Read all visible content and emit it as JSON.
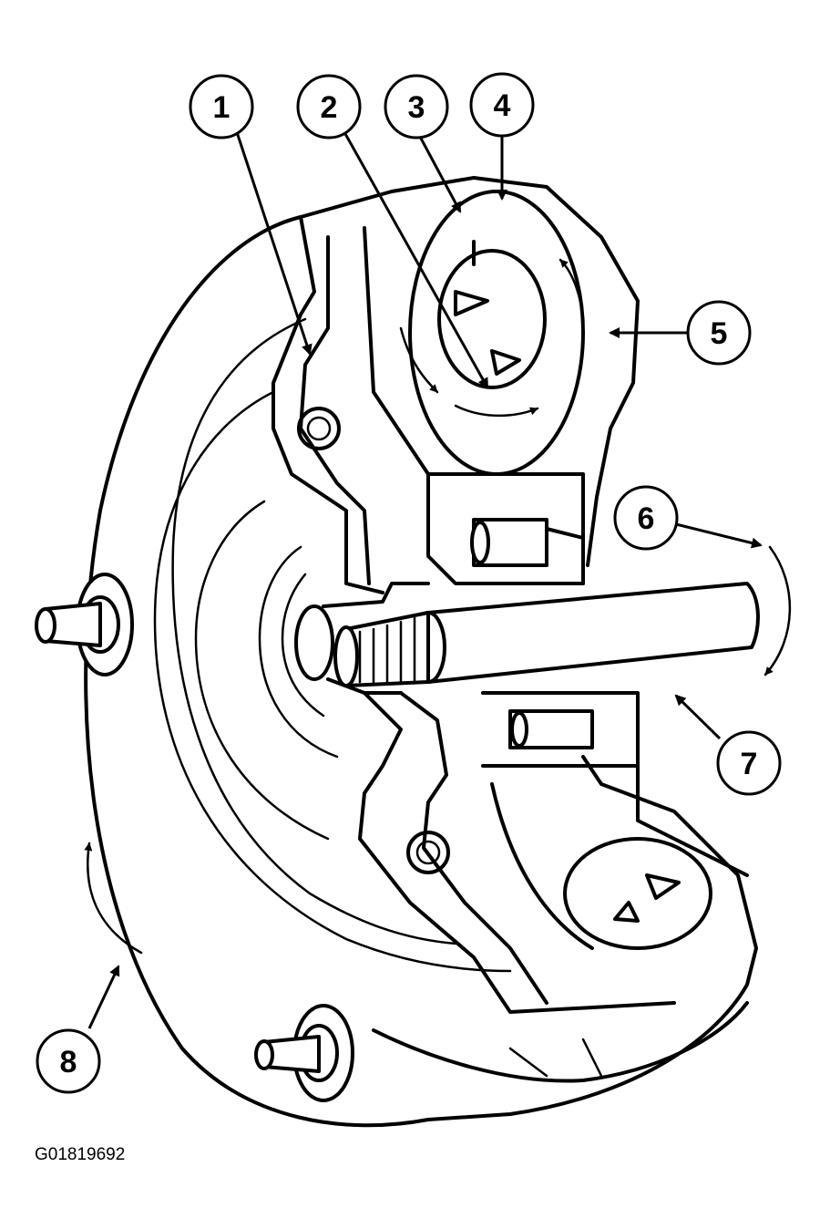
{
  "callouts": [
    {
      "id": "1",
      "label": "1"
    },
    {
      "id": "2",
      "label": "2"
    },
    {
      "id": "3",
      "label": "3"
    },
    {
      "id": "4",
      "label": "4"
    },
    {
      "id": "5",
      "label": "5"
    },
    {
      "id": "6",
      "label": "6"
    },
    {
      "id": "7",
      "label": "7"
    },
    {
      "id": "8",
      "label": "8"
    }
  ],
  "figure_code": "G01819692"
}
